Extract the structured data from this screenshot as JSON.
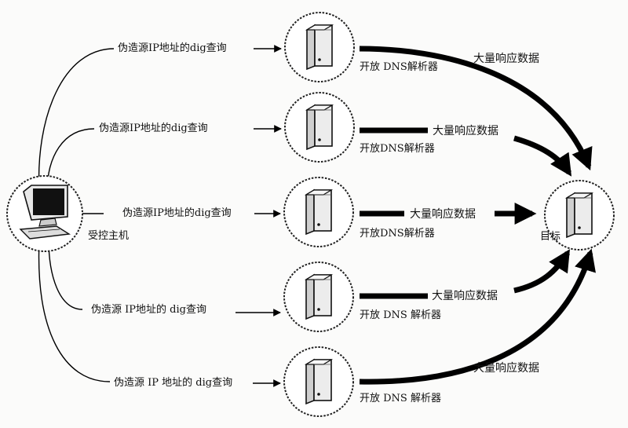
{
  "diagram": {
    "source": {
      "label": "受控主机",
      "icon": "computer-icon"
    },
    "target": {
      "label": "目标",
      "icon": "server-icon"
    },
    "resolvers": [
      {
        "query_label": "伪造源IP地址的dig查询",
        "resolver_label": "开放 DNS解析器",
        "response_label": "大量响应数据"
      },
      {
        "query_label": "伪造源IP地址的dig查询",
        "resolver_label": "开放DNS解析器",
        "response_label": "大量响应数据"
      },
      {
        "query_label": "伪造源IP地址的dig查询",
        "resolver_label": "开放DNS解析器",
        "response_label": "大量响应数据"
      },
      {
        "query_label": "伪造源 IP地址的 dig查询",
        "resolver_label": "开放 DNS 解析器",
        "response_label": "大量响应数据"
      },
      {
        "query_label": "伪造源 IP 地址的 dig查询",
        "resolver_label": "开放 DNS 解析器",
        "response_label": "大量响应数据"
      }
    ],
    "resolver_icon": "server-icon",
    "colors": {
      "line": "#000000",
      "ring": "#222222",
      "server_fill": "#e6e6e6"
    }
  }
}
